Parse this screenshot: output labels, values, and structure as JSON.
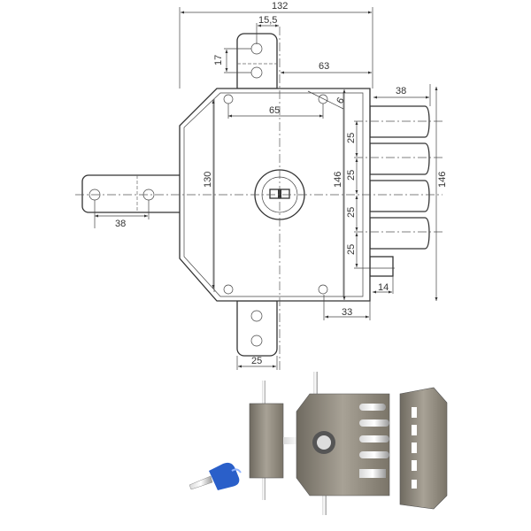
{
  "drawing": {
    "dimensions": {
      "overall_width": "132",
      "tab_offset": "15,5",
      "tab_hole_pitch": "17",
      "tab_to_edge": "63",
      "bolt_throw": "38",
      "screw_spacing_h": "65",
      "screw_offset": "6",
      "screw_spacing_v": "130",
      "body_height": "146",
      "overall_height": "146",
      "bolt_pitch": [
        "25",
        "25",
        "25",
        "25"
      ],
      "deadbolt_throw": "38",
      "latch_throw": "14",
      "backset": "33",
      "bottom_tab_width": "25"
    }
  },
  "product_photo": {
    "key_color": "#2a5fc9",
    "body_color": "#8a8478"
  }
}
